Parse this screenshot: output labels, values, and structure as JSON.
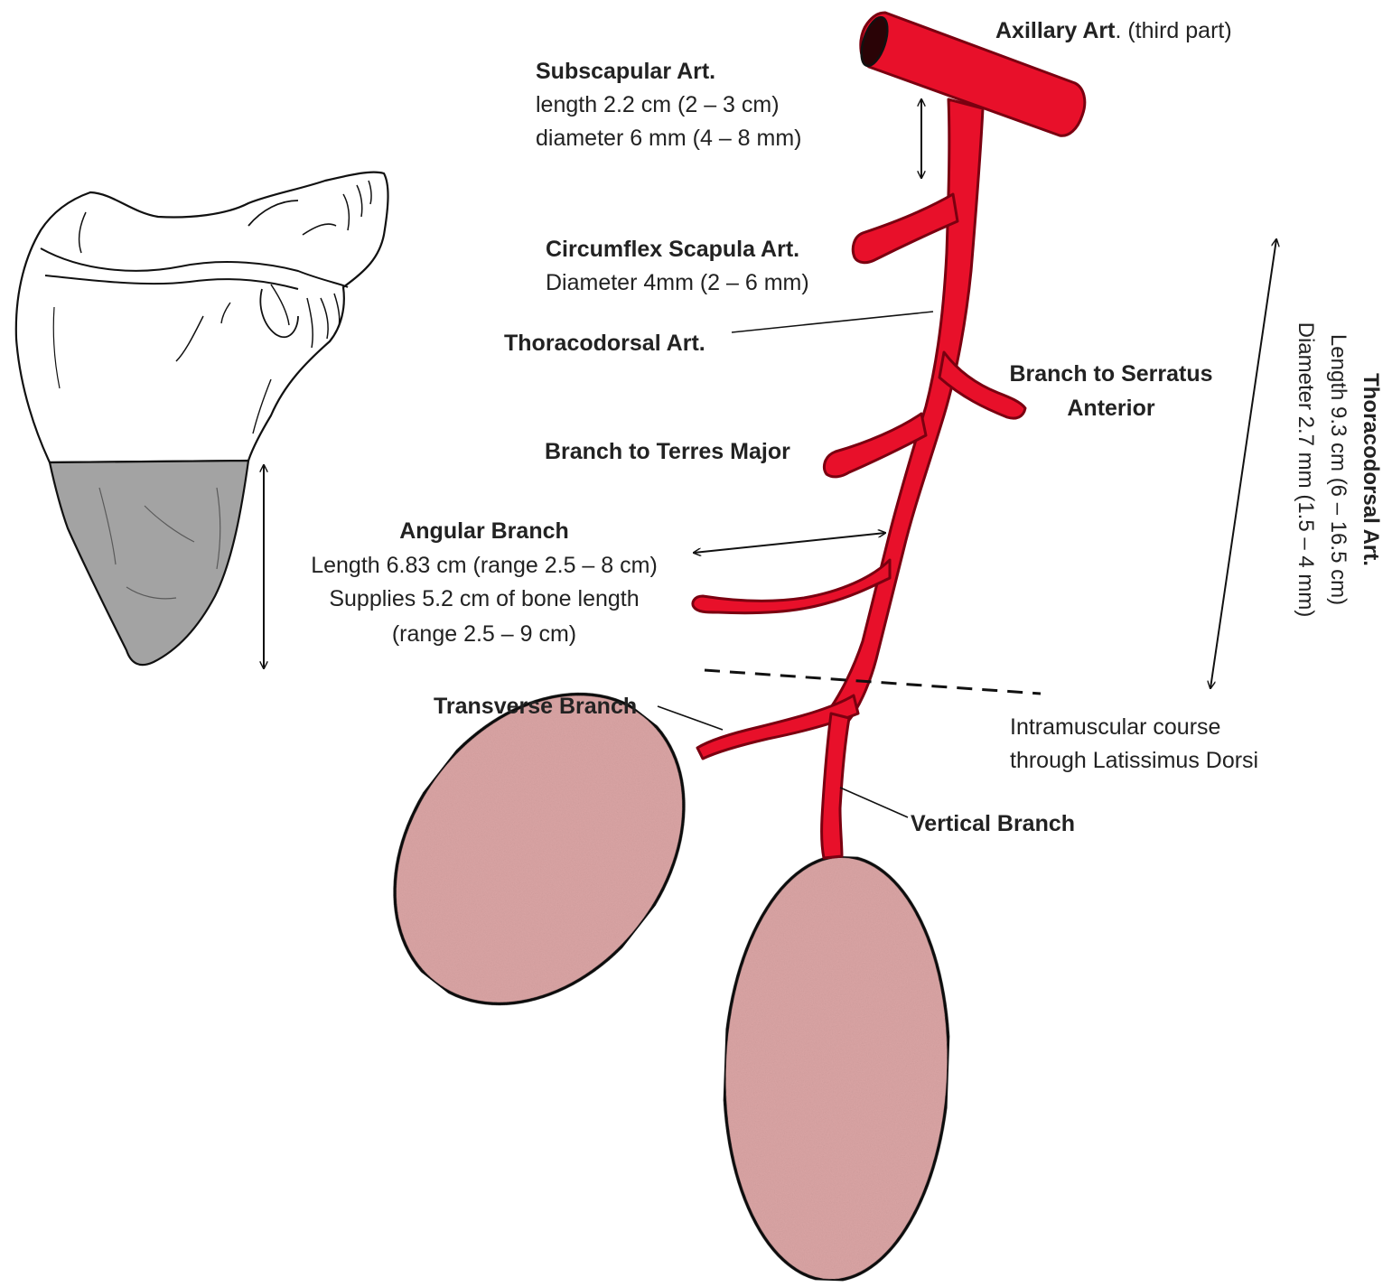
{
  "colors": {
    "artery": "#e8102a",
    "artery_dark": "#7a0010",
    "skin_paddle": "#dba5a5",
    "scapula_shaded": "#a3a3a3",
    "line": "#111111"
  },
  "labels": {
    "axillary": {
      "name": "Axillary Art",
      "note": ". (third part)"
    },
    "subscapular": {
      "name": "Subscapular Art.",
      "length": "length 2.2 cm (2 – 3 cm)",
      "diameter": "diameter 6 mm (4 – 8 mm)"
    },
    "circumflex": {
      "name": "Circumflex Scapula Art.",
      "diameter": "Diameter 4mm (2 – 6 mm)"
    },
    "thoracodorsal": {
      "name": "Thoracodorsal Art."
    },
    "serratus": {
      "line1": "Branch to Serratus",
      "line2": "Anterior"
    },
    "teres": {
      "name": "Branch to Terres Major"
    },
    "angular": {
      "name": "Angular Branch",
      "length": "Length 6.83 cm (range 2.5 – 8 cm)",
      "supplies": "Supplies 5.2 cm of bone length",
      "range": "(range 2.5 – 9 cm)"
    },
    "transverse": {
      "name": "Transverse Branch"
    },
    "vertical": {
      "name": "Vertical Branch"
    },
    "intramuscular": {
      "line1": "Intramuscular course",
      "line2": "through Latissimus Dorsi"
    },
    "thoracodorsal_vertical": {
      "name": "Thoracodorsal Art.",
      "length": "Length 9.3 cm (6 – 16.5 cm)",
      "diameter": "Diameter 2.7 mm (1.5 – 4 mm)"
    }
  }
}
